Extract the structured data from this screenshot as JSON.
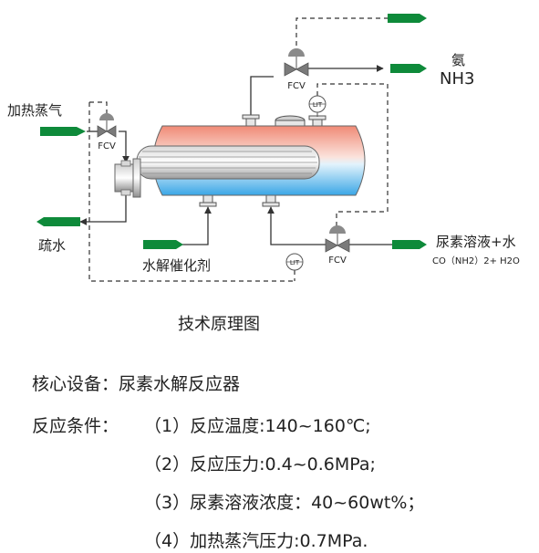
{
  "diagram": {
    "label_heating_steam": "加热蒸气",
    "label_drain": "疏水",
    "label_catalyst": "水解催化剂",
    "label_ammonia_cn": "氨",
    "label_ammonia_formula": "NH3",
    "label_urea_solution": "尿素溶液+水",
    "label_urea_formula": "CO（NH2）2+ H2O",
    "valve_label": "FCV",
    "instrument_label": "LIT"
  },
  "caption": "技术原理图",
  "specs": {
    "core_equipment": "核心设备：尿素水解反应器",
    "conditions_label": "反应条件：",
    "cond1": "（1）反应温度:140~160℃;",
    "cond2": "（2）反应压力:0.4~0.6MPa;",
    "cond3": "（3）尿素溶液浓度：40~60wt%；",
    "cond4": "（4）加热蒸汽压力:0.7MPa."
  },
  "colors": {
    "arrow_green": "#0e8a3a",
    "valve_gray": "#7a7a7a",
    "vessel_top": "#f29a87",
    "vessel_bottom": "#3fa9e8"
  }
}
